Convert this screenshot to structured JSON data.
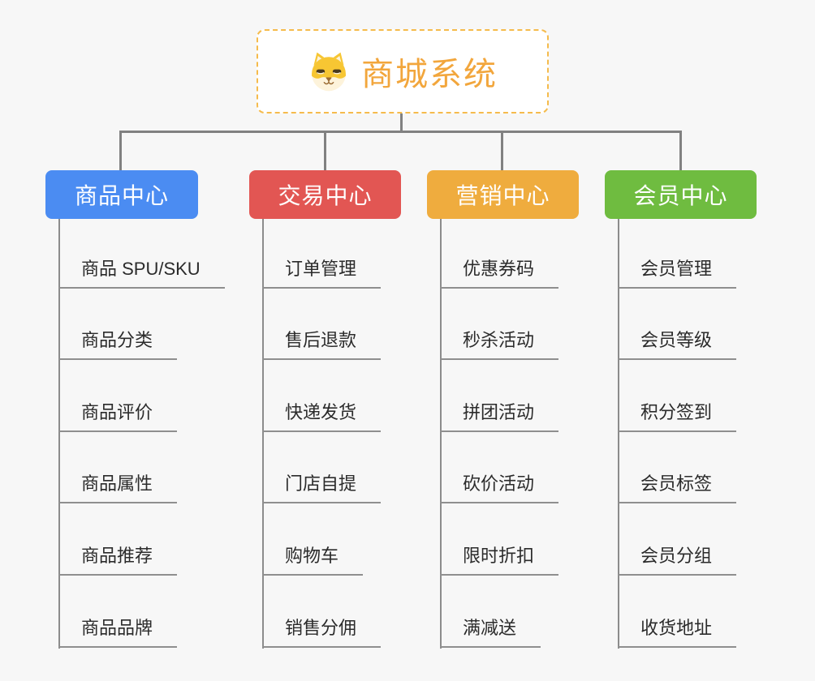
{
  "page": {
    "background_color": "#F7F7F7",
    "connector_color": "#818181",
    "underline_color": "#8F8F8F"
  },
  "root": {
    "title": "商城系统",
    "icon": "shiba-dog-icon",
    "title_color": "#F2A63C",
    "border_color": "#F5BB4C"
  },
  "branches": [
    {
      "label": "商品中心",
      "color": "#4B8CF2",
      "children": [
        "商品 SPU/SKU",
        "商品分类",
        "商品评价",
        "商品属性",
        "商品推荐",
        "商品品牌"
      ]
    },
    {
      "label": "交易中心",
      "color": "#E25653",
      "children": [
        "订单管理",
        "售后退款",
        "快递发货",
        "门店自提",
        "购物车",
        "销售分佣"
      ]
    },
    {
      "label": "营销中心",
      "color": "#EFAC3E",
      "children": [
        "优惠券码",
        "秒杀活动",
        "拼团活动",
        "砍价活动",
        "限时折扣",
        "满减送"
      ]
    },
    {
      "label": "会员中心",
      "color": "#6FBC40",
      "children": [
        "会员管理",
        "会员等级",
        "积分签到",
        "会员标签",
        "会员分组",
        "收货地址"
      ]
    }
  ]
}
